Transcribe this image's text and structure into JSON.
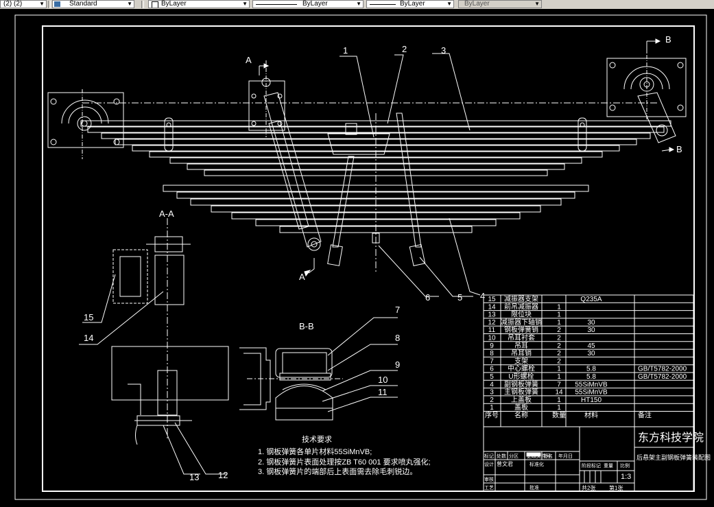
{
  "toolbar": {
    "layer_left": "(2) (2)",
    "style": "Standard",
    "color": "ByLayer",
    "linetype": "ByLayer",
    "lineweight": "ByLayer",
    "plotstyle": "ByLayer"
  },
  "drawing": {
    "section_aa_top": "A-A",
    "section_bb": "B-B",
    "label_a_top": "A",
    "label_a_bottom": "A",
    "label_b_top": "B",
    "label_b_bottom": "B",
    "callouts": [
      "1",
      "2",
      "3",
      "4",
      "5",
      "6",
      "7",
      "8",
      "9",
      "10",
      "11",
      "12",
      "13",
      "14",
      "15"
    ],
    "tech_title": "技术要求",
    "tech_notes": [
      "1. 钢板弹簧各单片材料55SiMnVB;",
      "2. 钢板弹簧片表面处理按ZB T60 001 要求喷丸强化;",
      "3. 钢板弹簧片的端部后上表面需去除毛刺锐边。"
    ]
  },
  "bom": {
    "rows": [
      {
        "no": "15",
        "name": "减振器支架",
        "qty": "",
        "material": "Q235A",
        "note": ""
      },
      {
        "no": "14",
        "name": "前吊减振器",
        "qty": "1",
        "material": "",
        "note": ""
      },
      {
        "no": "13",
        "name": "限位块",
        "qty": "1",
        "material": "",
        "note": ""
      },
      {
        "no": "12",
        "name": "减振器下轴销",
        "qty": "1",
        "material": "30",
        "note": ""
      },
      {
        "no": "11",
        "name": "钢板弹簧销",
        "qty": "2",
        "material": "30",
        "note": ""
      },
      {
        "no": "10",
        "name": "吊耳衬套",
        "qty": "2",
        "material": "",
        "note": ""
      },
      {
        "no": "9",
        "name": "吊耳",
        "qty": "2",
        "material": "45",
        "note": ""
      },
      {
        "no": "8",
        "name": "吊耳销",
        "qty": "2",
        "material": "30",
        "note": ""
      },
      {
        "no": "7",
        "name": "支架",
        "qty": "2",
        "material": "",
        "note": ""
      },
      {
        "no": "6",
        "name": "中心螺栓",
        "qty": "1",
        "material": "5.8",
        "note": "GB/T5782-2000"
      },
      {
        "no": "5",
        "name": "U形螺栓",
        "qty": "1",
        "material": "5.8",
        "note": "GB/T5782-2000"
      },
      {
        "no": "4",
        "name": "副钢板弹簧",
        "qty": "7",
        "material": "55SiMnVB",
        "note": ""
      },
      {
        "no": "3",
        "name": "主钢板弹簧",
        "qty": "14",
        "material": "55SiMnVB",
        "note": ""
      },
      {
        "no": "2",
        "name": "上盖板",
        "qty": "1",
        "material": "HT150",
        "note": ""
      },
      {
        "no": "1",
        "name": "盖板",
        "qty": "1",
        "material": "",
        "note": ""
      }
    ],
    "header": {
      "no": "序号",
      "name": "名称",
      "qty": "数量",
      "material": "材料",
      "note": "备注"
    },
    "school": "东方科技学院",
    "drawing_title": "后悬架主副钢板弹簧装配图",
    "scale": "1:3",
    "sheets_total": "共2张",
    "sheet_no": "第1张",
    "designer_label": "设计",
    "designer": "曾文君",
    "standardize_label": "标准化",
    "review_label": "审核",
    "process_label": "工艺",
    "approve_label": "批准",
    "mark_label": "标记",
    "count_label": "处数",
    "zone_label": "分区",
    "doc_label": "更改文件号",
    "sign_label": "签名",
    "date_label": "年月日",
    "stage_label": "阶段标记",
    "weight_label": "重量",
    "ratio_label": "比例"
  }
}
